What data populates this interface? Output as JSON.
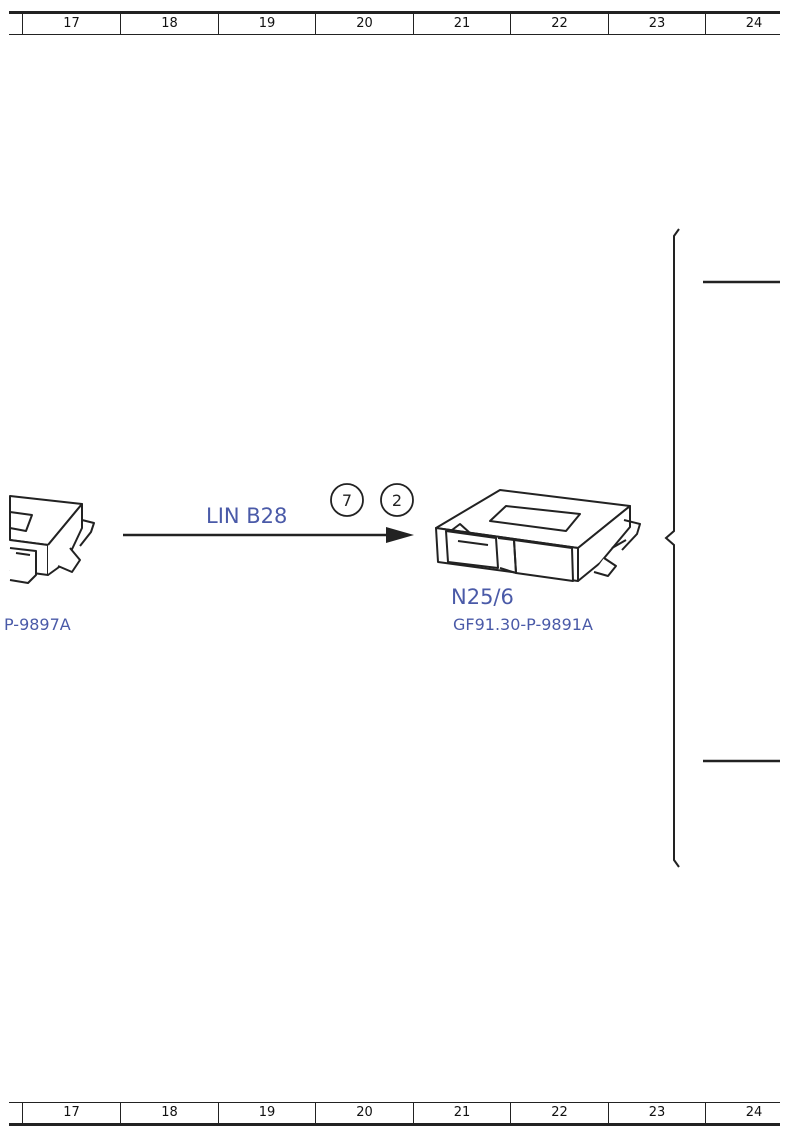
{
  "ruler": {
    "columns": [
      "17",
      "18",
      "19",
      "20",
      "21",
      "22",
      "23",
      "24"
    ]
  },
  "connection": {
    "bus_label": "LIN B28",
    "markers": [
      "7",
      "2"
    ]
  },
  "left_component": {
    "code_partial": "P-9897A"
  },
  "right_component": {
    "designation": "N25/6",
    "code": "GF91.30-P-9891A"
  },
  "colors": {
    "label_blue": "#4a5aa8",
    "line": "#222222"
  }
}
